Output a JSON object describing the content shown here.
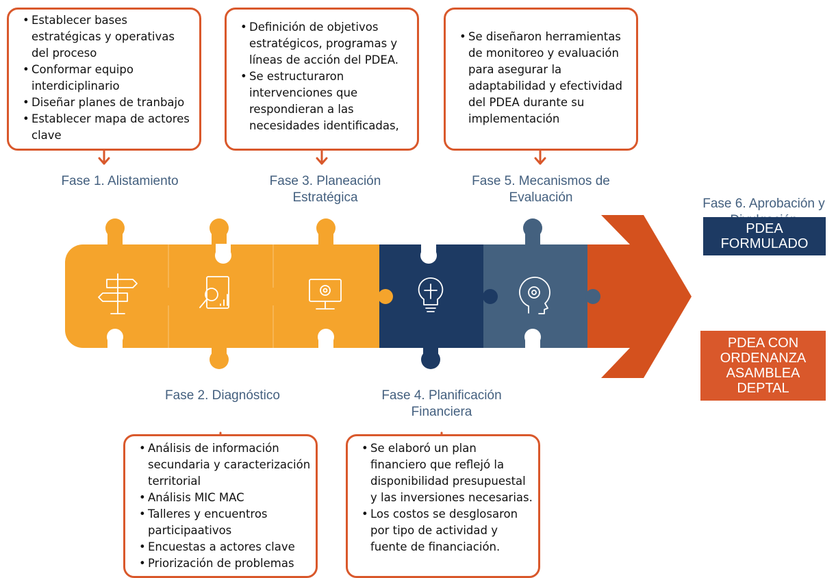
{
  "colors": {
    "accent_border": "#d9582b",
    "orange_light": "#f5a42c",
    "navy": "#1d3a63",
    "steel": "#44617f",
    "arrow_red": "#d4511e",
    "phase_text": "#44607f"
  },
  "boxes": {
    "fase1": [
      "Establecer bases estratégicas y operativas del proceso",
      "Conformar equipo interdiciplinario",
      "Diseñar planes de tranbajo",
      "Establecer mapa de actores clave"
    ],
    "fase3": [
      "Definición de objetivos estratégicos, programas y líneas de acción del PDEA.",
      "Se estructuraron intervenciones que respondieran a las necesidades identificadas,"
    ],
    "fase5": [
      "Se diseñaron herramientas de monitoreo y evaluación para asegurar la adaptabilidad y efectividad del PDEA durante su implementación"
    ],
    "fase2": [
      "Análisis de información secundaria y caracterización territorial",
      "Análisis MIC MAC",
      "Talleres y encuentros participaativos",
      "Encuestas a actores clave",
      "Priorización de problemas"
    ],
    "fase4": [
      "Se elaboró un plan financiero que reflejó la disponibilidad presupuestal y las inversiones necesarias.",
      "Los costos se desglosaron por tipo de actividad y fuente de financiación."
    ]
  },
  "phases": {
    "fase1": [
      "Fase 1. Alistamiento"
    ],
    "fase2": [
      "Fase 2. Diagnóstico"
    ],
    "fase3": [
      "Fase 3. Planeación",
      "Estratégica"
    ],
    "fase4": [
      "Fase 4. Planificación",
      "Financiera"
    ],
    "fase5": [
      "Fase 5. Mecanismos de",
      "Evaluación"
    ],
    "fase6": [
      "Fase 6. Aprobación y",
      "Divulgación"
    ]
  },
  "tags": {
    "formulado": [
      "PDEA",
      "FORMULADO"
    ],
    "ordenanza": [
      "PDEA CON",
      "ORDENANZA",
      "ASAMBLEA",
      "DEPTAL"
    ]
  },
  "icons": [
    "signpost-icon",
    "report-analysis-icon",
    "monitor-gear-icon",
    "lightbulb-puzzle-icon",
    "head-gear-icon"
  ]
}
